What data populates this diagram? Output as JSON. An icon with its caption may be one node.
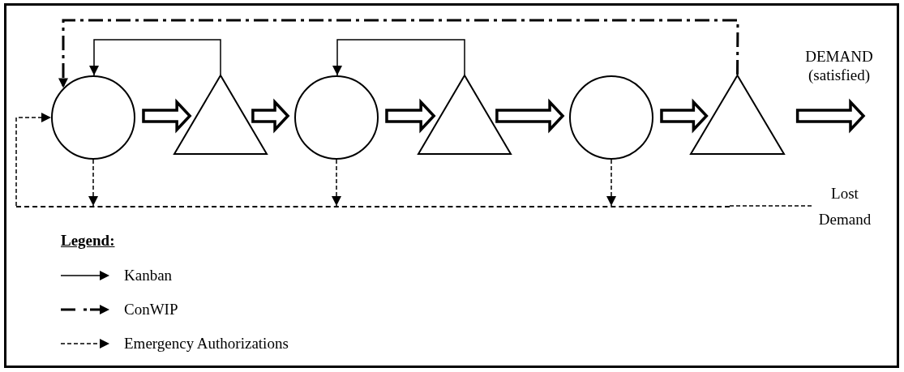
{
  "diagram": {
    "nodes": [
      {
        "text": [],
        "shape": "circle"
      },
      {
        "text": [],
        "shape": "triangle"
      },
      {
        "text": [],
        "shape": "circle"
      },
      {
        "text": [],
        "shape": "triangle"
      },
      {
        "text": [],
        "shape": "circle"
      },
      {
        "text": [],
        "shape": "triangle"
      },
      {
        "text": [],
        "shape": "bar"
      },
      {
        "text": [
          "Lost Demand"
        ]
      }
    ],
    "edges": [
      {
        "from": 0,
        "to": 1,
        "arrow": "to",
        "style": "thick"
      },
      {
        "from": 1,
        "to": 2,
        "arrow": "to",
        "style": "thick"
      },
      {
        "from": 2,
        "to": 3,
        "arrow": "to",
        "style": "thick"
      },
      {
        "from": 3,
        "to": 4,
        "arrow": "to",
        "style": "thick"
      },
      {
        "from": 4,
        "to": 5,
        "arrow": "to",
        "style": "thick"
      },
      {
        "from": 5,
        "to": null,
        "arrow": "to",
        "style": "thick",
        "label": "DEMAND (satisfied)"
      },
      {
        "from": 1,
        "to": 0,
        "arrow": "to"
      },
      {
        "from": 3,
        "to": 2,
        "arrow": "to"
      },
      {
        "from": 5,
        "to": 0,
        "arrow": "to",
        "style": "dashed"
      },
      {
        "from": 0,
        "to": 6,
        "arrow": "to",
        "style": "dashed"
      },
      {
        "from": 2,
        "to": 6,
        "arrow": "to",
        "style": "dashed"
      },
      {
        "from": 4,
        "to": 6,
        "arrow": "to",
        "style": "dashed"
      },
      {
        "from": 6,
        "to": 0,
        "arrow": "to",
        "style": "dashed"
      },
      {
        "from": 6,
        "to": 7,
        "arrow": "none",
        "style": "dashed"
      }
    ],
    "labels": [
      "Legend:"
    ],
    "legend": [
      {
        "text": "Kanban"
      },
      {
        "text": "ConWIP"
      },
      {
        "text": "Emergency Authorizations"
      }
    ]
  }
}
